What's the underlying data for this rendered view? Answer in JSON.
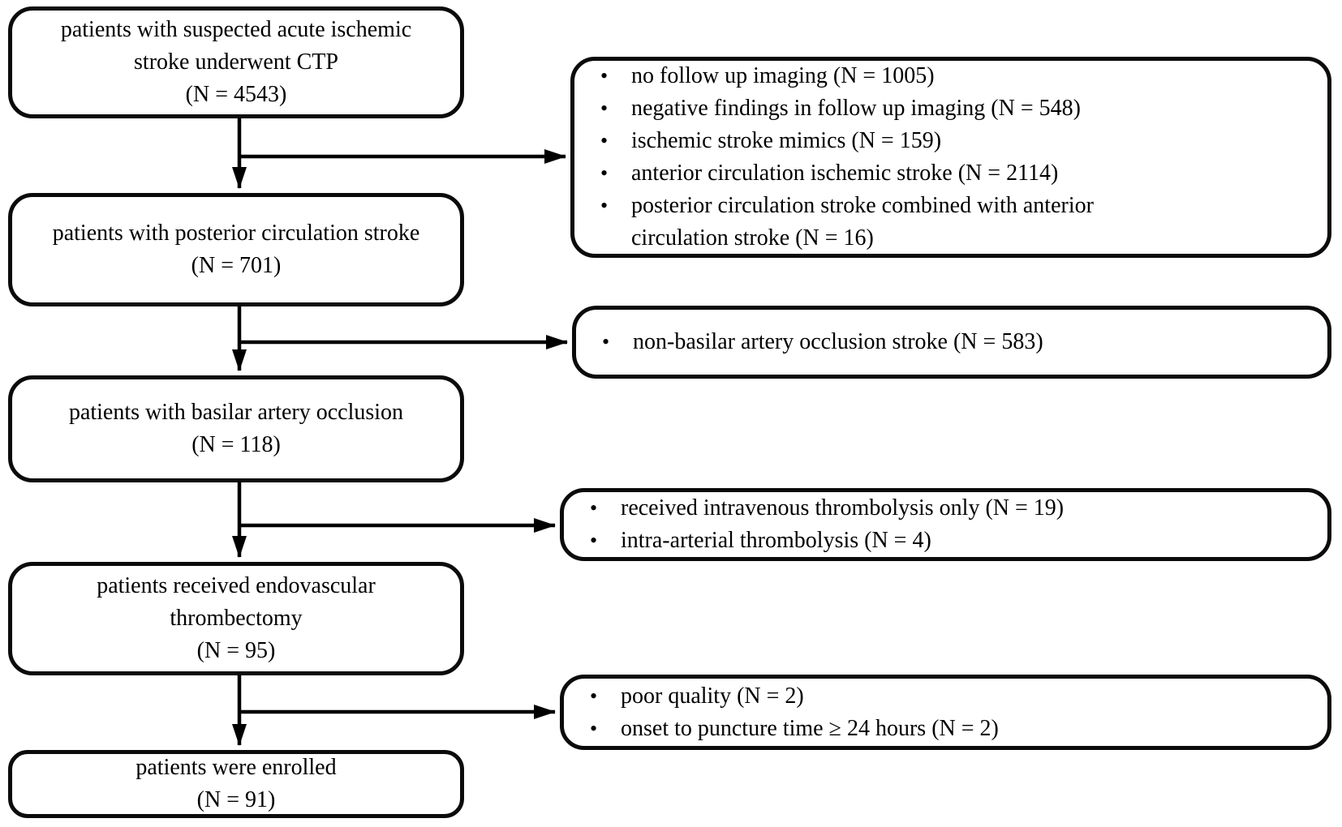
{
  "figure": {
    "type": "patient-flowchart",
    "background_color": "#ffffff",
    "line_color": "#000000",
    "text_color": "#000000"
  },
  "flow_boxes": [
    {
      "title": "patients with suspected acute ischemic stroke underwent CTP",
      "count": "(N = 4543)"
    },
    {
      "title": "patients with posterior circulation stroke",
      "count": "(N = 701)"
    },
    {
      "title": "patients with basilar artery occlusion",
      "count": "(N = 118)"
    },
    {
      "title": "patients received endovascular thrombectomy",
      "count": "(N = 95)"
    },
    {
      "title": "patients were enrolled",
      "count": "(N = 91)"
    }
  ],
  "exclusion_boxes": [
    {
      "items": [
        "no follow up imaging (N = 1005)",
        "negative findings in follow up imaging (N = 548)",
        "ischemic stroke mimics (N = 159)",
        "anterior circulation ischemic stroke (N = 2114)",
        "posterior circulation stroke combined with anterior\ncirculation stroke (N = 16)"
      ]
    },
    {
      "items": [
        "non-basilar artery occlusion stroke (N = 583)"
      ]
    },
    {
      "items": [
        "received intravenous thrombolysis only (N = 19)",
        "intra-arterial thrombolysis (N = 4)"
      ]
    },
    {
      "items": [
        "poor quality (N = 2)",
        "onset to puncture time ≥ 24 hours (N = 2)"
      ]
    }
  ]
}
